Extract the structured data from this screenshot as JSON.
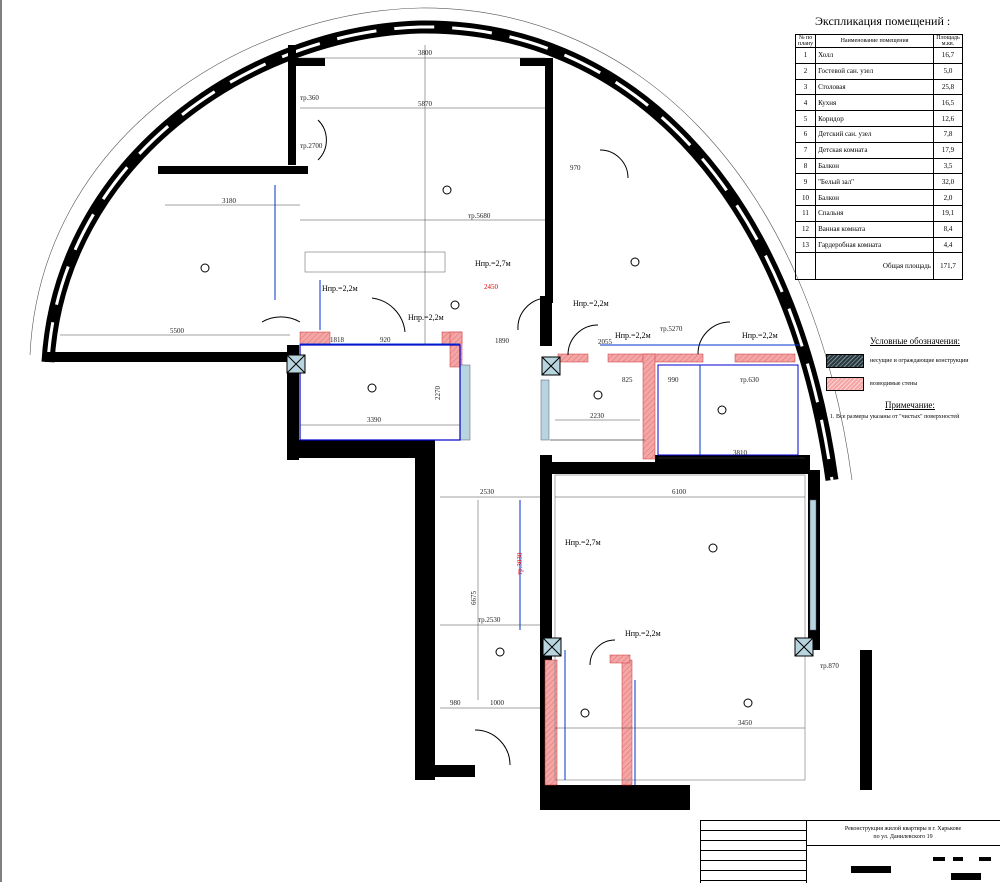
{
  "explication": {
    "title": "Экспликация помещений :",
    "headers": {
      "num": "№ по плану",
      "name": "Наименование помещения",
      "area": "Площадь м.кв."
    },
    "rows": [
      {
        "num": "1",
        "name": "Холл",
        "area": "16,7"
      },
      {
        "num": "2",
        "name": "Гостевой сан. узел",
        "area": "5,0"
      },
      {
        "num": "3",
        "name": "Столовая",
        "area": "25,8"
      },
      {
        "num": "4",
        "name": "Кухня",
        "area": "16,5"
      },
      {
        "num": "5",
        "name": "Коридор",
        "area": "12,6"
      },
      {
        "num": "6",
        "name": "Детский сан. узел",
        "area": "7,8"
      },
      {
        "num": "7",
        "name": "Детская комната",
        "area": "17,9"
      },
      {
        "num": "8",
        "name": "Балкон",
        "area": "3,5"
      },
      {
        "num": "9",
        "name": "\"Белый зал\"",
        "area": "32,0"
      },
      {
        "num": "10",
        "name": "Балкон",
        "area": "2,0"
      },
      {
        "num": "11",
        "name": "Спальня",
        "area": "19,1"
      },
      {
        "num": "12",
        "name": "Ванная комната",
        "area": "8,4"
      },
      {
        "num": "13",
        "name": "Гардеробная комната",
        "area": "4,4"
      }
    ],
    "total_label": "Общая площадь",
    "total_area": "171,7"
  },
  "legend": {
    "title": "Условные обозначения:",
    "items": [
      {
        "label": "несущие и ограждающие конструкции",
        "color": "#2a3a40"
      },
      {
        "label": "возводимые стены",
        "color": "#f4a6a6"
      }
    ],
    "note_title": "Примечание:",
    "note": "1. Все размеры указаны от \"чистых\" поверхностей"
  },
  "stamp": {
    "title_line1": "Реконструкция жилой квартиры в г. Харькове",
    "title_line2": "по ул. Данилевского 19"
  },
  "plan": {
    "heights": [
      "Hпр.=2,7м",
      "Hпр.=2,7м",
      "Hпр.=2,2м",
      "Hпр.=2,2м",
      "Hпр.=2,2м",
      "Hпр.=2,2м",
      "Hпр.=2,2м",
      "Hпр.=2,2м"
    ],
    "dims": [
      "3800",
      "5870",
      "3180",
      "5500",
      "тр.5680",
      "2450",
      "1890",
      "3390",
      "2270",
      "6100",
      "2530",
      "3810",
      "2230",
      "тр.5270",
      "990",
      "825",
      "3450",
      "980",
      "1000",
      "тр.2530",
      "6675",
      "тр.3030",
      "1818",
      "920",
      "2055",
      "тр.2700",
      "тр.360",
      "970",
      "тр.870",
      "тр.630"
    ],
    "colors": {
      "bearing": "#000000",
      "new_wall": "#f4a6a6",
      "dimension": "#0033cc",
      "window": "#b8d4de"
    }
  }
}
